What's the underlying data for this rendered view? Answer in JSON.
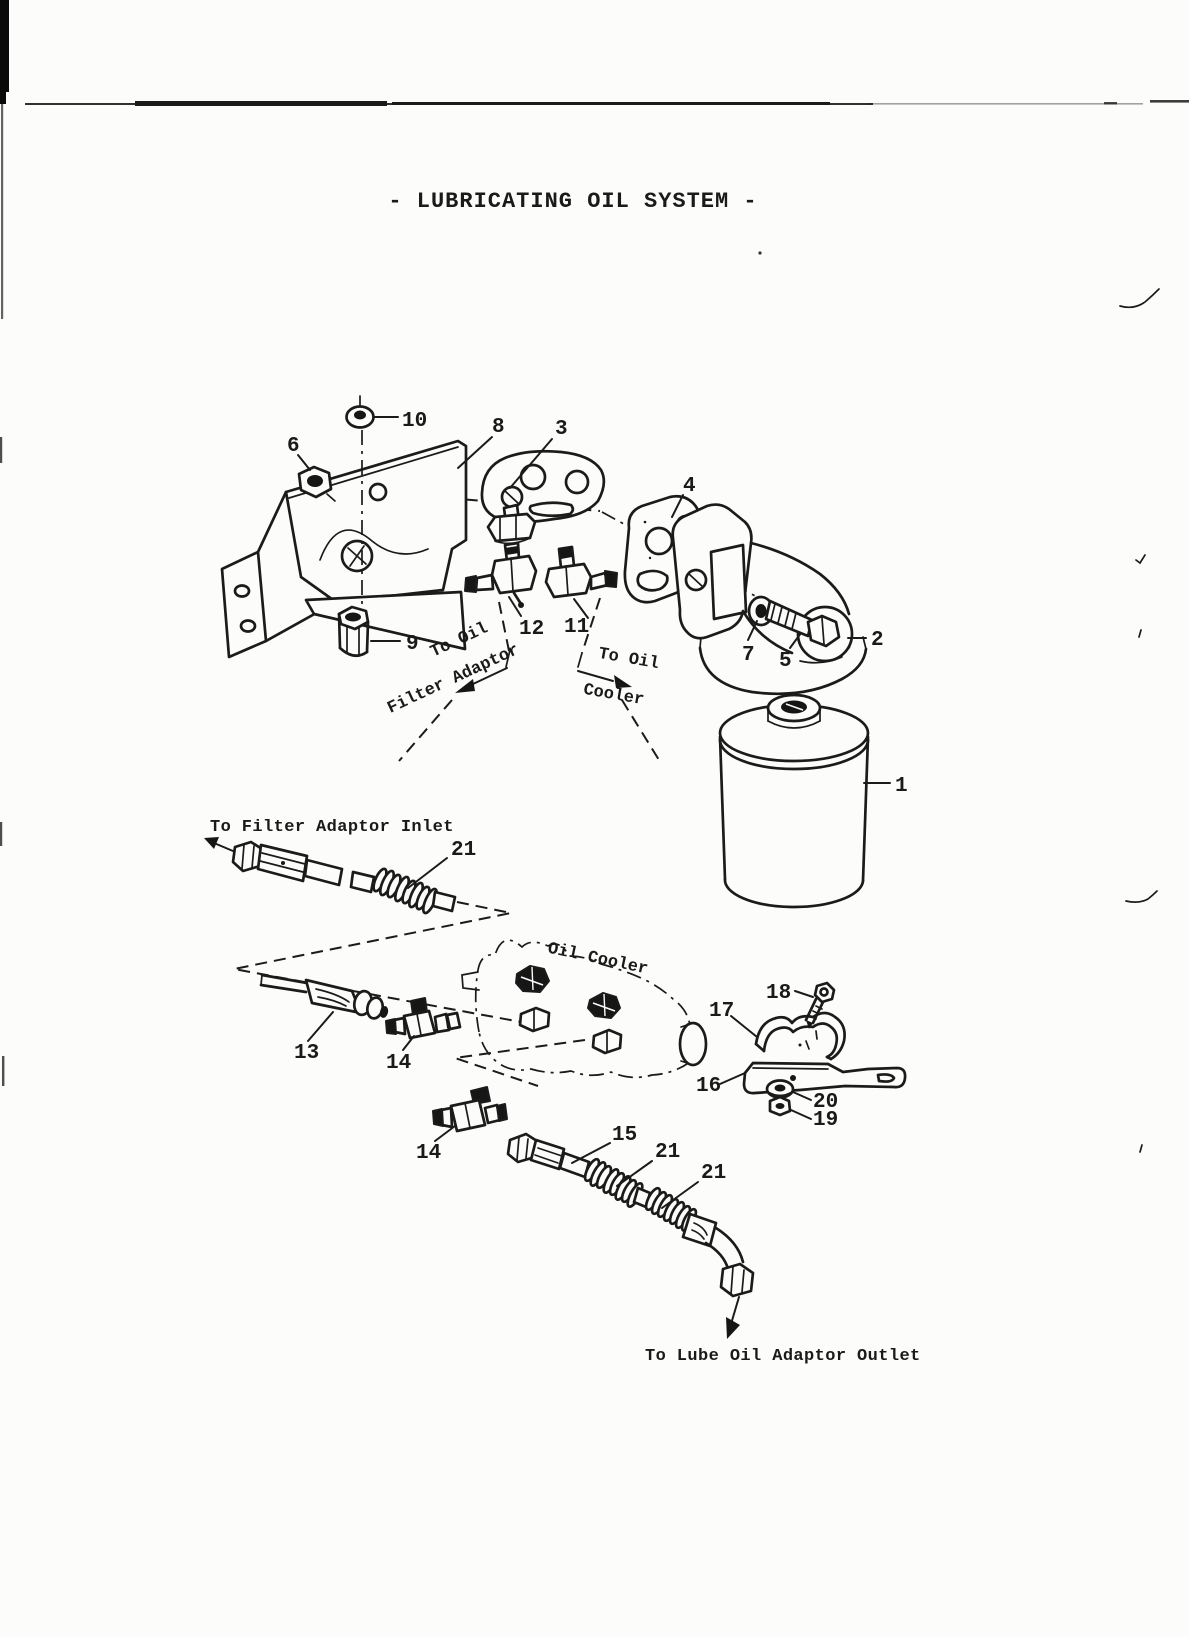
{
  "colors": {
    "ink": "#1b1b1b",
    "paper": "#fcfcfa"
  },
  "title": "- LUBRICATING OIL SYSTEM -",
  "annotations": {
    "to_oil_filter_adaptor_line1": "To Oil",
    "to_oil_filter_adaptor_line2": "Filter Adaptor",
    "to_oil_cooler_line1": "To Oil",
    "to_oil_cooler_line2": "Cooler",
    "to_filter_adaptor_inlet": "To Filter Adaptor Inlet",
    "oil_cooler": "Oil Cooler",
    "to_lube_oil_adaptor_outlet": "To Lube Oil Adaptor Outlet"
  },
  "callouts": {
    "n1": "1",
    "n2": "2",
    "n3": "3",
    "n4": "4",
    "n5": "5",
    "n6": "6",
    "n7": "7",
    "n8": "8",
    "n9": "9",
    "n10": "10",
    "n11": "11",
    "n12": "12",
    "n13": "13",
    "n14a": "14",
    "n14b": "14",
    "n15": "15",
    "n16": "16",
    "n17": "17",
    "n18": "18",
    "n19": "19",
    "n20": "20",
    "n21a": "21",
    "n21b": "21",
    "n21c": "21"
  }
}
